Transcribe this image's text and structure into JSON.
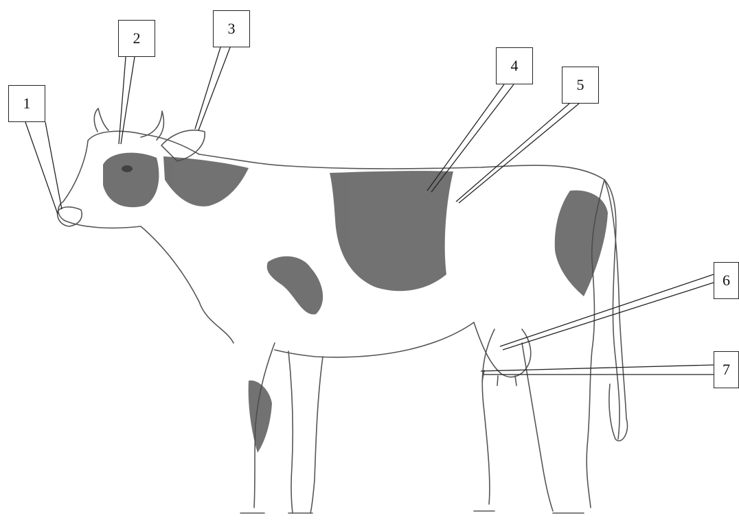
{
  "labels": [
    {
      "number": "1"
    },
    {
      "number": "2"
    },
    {
      "number": "3"
    },
    {
      "number": "4"
    },
    {
      "number": "5"
    },
    {
      "number": "6"
    },
    {
      "number": "7"
    }
  ]
}
